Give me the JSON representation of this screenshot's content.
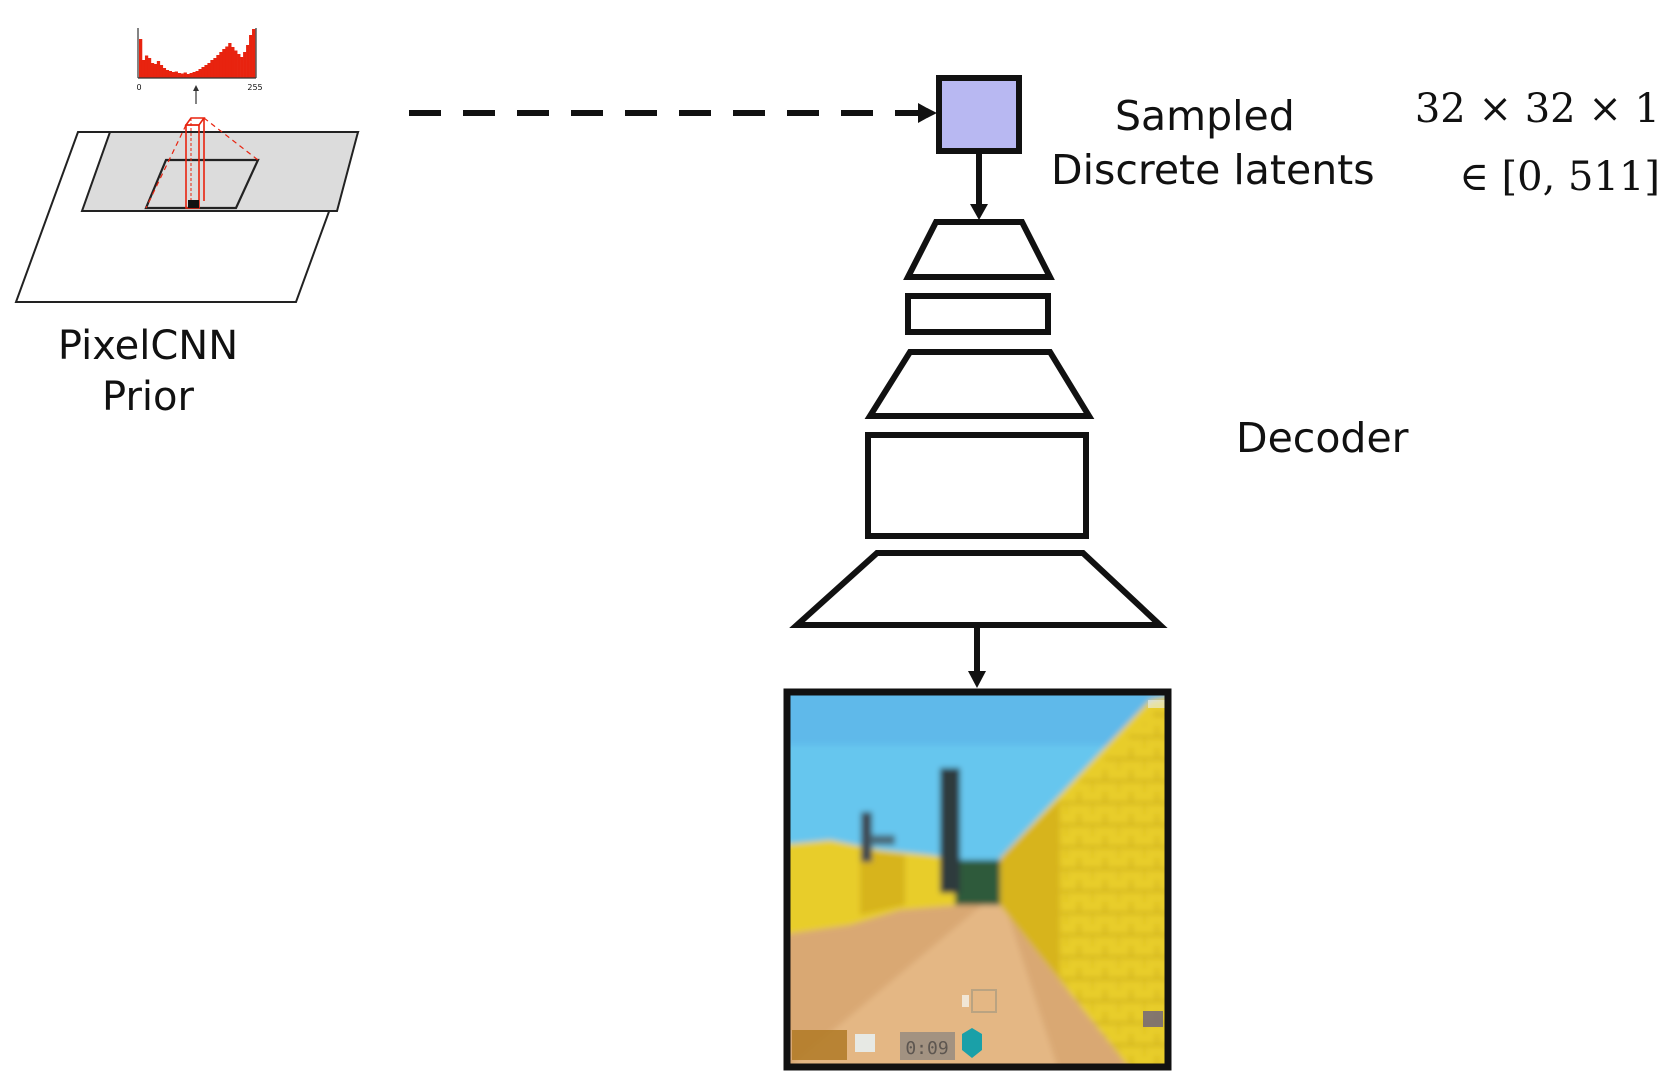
{
  "prior": {
    "histogram": {
      "axis_min_label": "0",
      "axis_max_label": "255",
      "bar_color": "#e8230f",
      "bin_heights": [
        0.78,
        0.36,
        0.45,
        0.4,
        0.3,
        0.28,
        0.34,
        0.26,
        0.2,
        0.16,
        0.14,
        0.12,
        0.13,
        0.1,
        0.09,
        0.11,
        0.08,
        0.1,
        0.12,
        0.14,
        0.18,
        0.22,
        0.26,
        0.3,
        0.36,
        0.4,
        0.46,
        0.52,
        0.58,
        0.63,
        0.7,
        0.62,
        0.55,
        0.48,
        0.42,
        0.52,
        0.66,
        0.86,
        0.98
      ]
    },
    "label_line1": "PixelCNN",
    "label_line2": "Prior"
  },
  "latents": {
    "label_line1": "Sampled",
    "label_line2": "Discrete latents",
    "shape_text": "32 × 32 × 1",
    "range_text": "∈ [0, 511]",
    "fill_color": "#b8b8f2"
  },
  "decoder": {
    "label": "Decoder"
  },
  "output_image": {
    "hud_counter": "0:09",
    "colors": {
      "sky": "#66c6ee",
      "sky_top": "#5fb9ea",
      "wall": "#e8cd2a",
      "wall_shade": "#c9aa18",
      "floor": "#d9a873",
      "floor_light": "#e4b784",
      "tower": "#2d3a3d",
      "hud_orange": "#b07a26",
      "hud_teal": "#1aa0a8"
    }
  }
}
